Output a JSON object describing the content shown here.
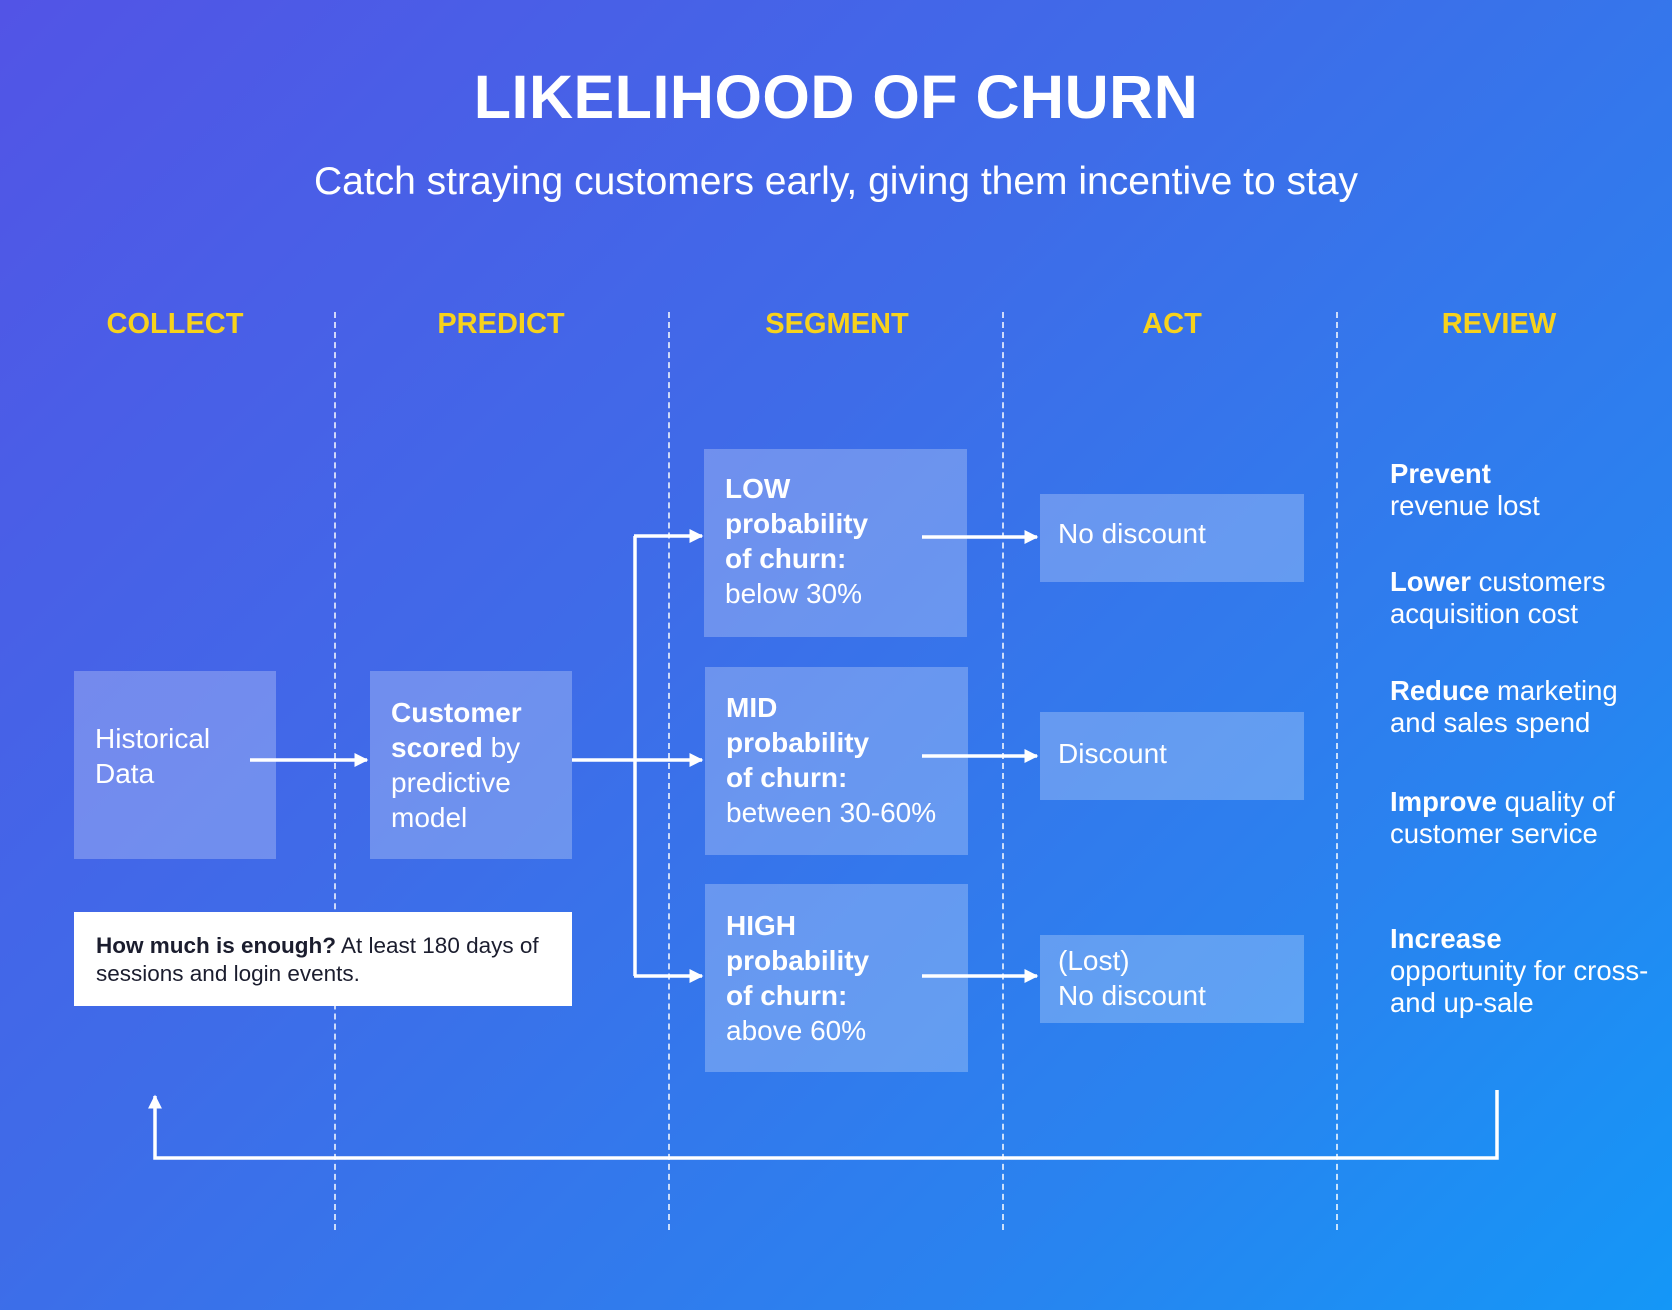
{
  "title": "LIKELIHOOD OF CHURN",
  "subtitle": "Catch straying customers early, giving them incentive to stay",
  "stages": [
    "COLLECT",
    "PREDICT",
    "SEGMENT",
    "ACT",
    "REVIEW"
  ],
  "collect": {
    "line1": "Historical",
    "line2": "Data"
  },
  "predict": {
    "bold1": "Customer",
    "bold2": "scored",
    "rest2": " by",
    "line3": "predictive",
    "line4": "model"
  },
  "note": {
    "bold": "How much is enough?",
    "text": " At least 180 days of sessions and login events."
  },
  "segments": [
    {
      "level": "LOW",
      "prob": "probability",
      "of": "of churn:",
      "range": "below 30%"
    },
    {
      "level": "MID",
      "prob": "probability",
      "of": "of churn:",
      "range": "between 30-60%"
    },
    {
      "level": "HIGH",
      "prob": "probability",
      "of": "of churn:",
      "range": "above 60%"
    }
  ],
  "actions": [
    {
      "line1": "No discount",
      "line2": ""
    },
    {
      "line1": "Discount",
      "line2": ""
    },
    {
      "line1": "(Lost)",
      "line2": "No discount"
    }
  ],
  "review": [
    {
      "bold": "Prevent",
      "text": "revenue lost"
    },
    {
      "bold": "Lower",
      "text": " customers acquisition cost"
    },
    {
      "bold": "Reduce",
      "text": " marketing and sales spend"
    },
    {
      "bold": "Improve",
      "text": " quality of customer service"
    },
    {
      "bold": "Increase",
      "text": "opportunity for cross- and up-sale"
    }
  ],
  "colors": {
    "stage_label": "#f7d21c",
    "background_start": "#5254e6",
    "background_end": "#1497f7"
  }
}
